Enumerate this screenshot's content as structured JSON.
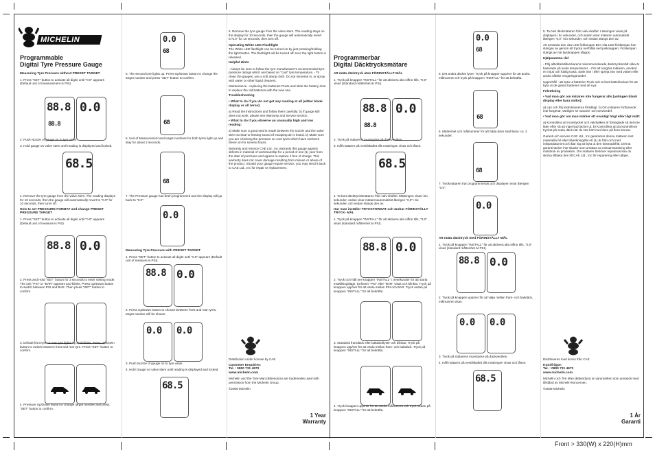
{
  "brand": {
    "logo_text": "MICHELIN"
  },
  "en": {
    "title_1": "Programmable",
    "title_2": "Digital Tyre Pressure Gauge",
    "sub_measure": "Measuring Tyre Pressure without PRESET TARGET",
    "step1": "1. Press \"SET\" button to activate all digits until \"0.0\" appears (Default unit of measurement is PSI).",
    "step2": "2. Push Nozzle of gauge on to tyre valve.",
    "step3": "3. Hold gauge on valve stem until reading is displayed and locked.",
    "step4": "4. Remove the tyre gauge from the valve stem. The reading displays for 10 seconds, then the gauge will automatically revert to \"0.0\" for 10 seconds, then turns off.",
    "sub_preset": "How to set PRESSURE FORMAT and change PRESET PRESSURE TARGET",
    "p1": "1. Press \"SET\" button to activate all digits until \"0.0\" appears (Default unit of measure is PSI).",
    "p2": "2. Press and Hold \"SET\" button for 3 seconds to enter setting mode. The unit \"PSI\" or \"BAR\" appears and blinks. Press Up/Down button to switch between PSI and BAR. Then press \"SET\" button to confirm.",
    "p3": "3. Default front tyre or rear tyre lights up and blinks. Press Up/Down button to switch between front and rear tyre. Press \"SET\" button to confirm.",
    "p4": "4. Pressure Up/Down button to change target number and press \"SET\" button to confirm.",
    "p5": "5. The second tyre lights up. Press Up/Down button to change the target number and press \"SET\" button to confirm.",
    "p6": "6. Unit of Measurement and target numbers for both tyres light up and stay for about 2 seconds.",
    "p7": "7. The Pressure gauge has been programmed and the display will go back to \"0.0\".",
    "sub_with": "Measuring Tyre Pressure with PRESET TARGET",
    "w1": "1. Press \"SET\" button to activate all digits until \"0.0\" appears (Default unit of measure is PSI).",
    "w2": "2. Press Up/Down button to choose between front and rear tyres, target number will be shown.",
    "w3": "3. Push Nozzle of gauge on to tyre valve.",
    "w4": "4. Hold Gauge on valve stem until reading is displayed and locked.",
    "w5": "5. Remove the tyre gauge from the valve stem. The reading stays on the display for 10 seconds, then the gauge will automatically revert to\"0.0\" for 10 seconds, then turn off.",
    "flash_h": "Operating White LED Flashlight",
    "flash_t": "The White LED flashlight can be turned on by just pressing/holding the light button. The flashlight will be turned off once the light button is released.",
    "hints_h": "Helpful Hints",
    "hints_t": "- Always be sure to follow the tyre manufacturer's recommended tyre pressure ratings which are based on \"cool\" tyre temperature. - To clean the gauges, use a soft damp cloth. Do not immerse in, or spray with water or other liquid cleaners.",
    "maint": "Maintenance - replacing the batteries Press and slide the battery door to replace the old batteries with the new one.",
    "trouble_h": "Troubleshooting",
    "q1": "• What to do if you do not get any reading at all (either blank display or all zeros):",
    "q1a": "a) Read the instructions and follow them carefully. b) If gauge still does not work, please see Warranty and Service section.",
    "q2": "• What to do if you observe an unusually high and low reading:",
    "q2a": "a) Make sure a good seal is made between the nozzle and the valve stem so that no hissing sound of escaping air is heard. b) Make sure you are checking the pressure on cool tyres which have not been driven on for several hours.",
    "warranty": "Warranty and Service CAE Ltd., Inc warrants this gauge against defects in material of workmanship for a period of one (1) year from the date of purchase and agrees to replace it free of charge. This warranty does not cover damage resulting from misuse or abuse of the product. Should your gauge require service, you may send it back to CAE Ltd., Inc for repair or replacement.",
    "dist1": "Distribution under license by CAE",
    "dist2": "Customer Enquiries:",
    "dist3": "Tel. : 0800 731 4973",
    "dist4": "www.michelin.com",
    "tm": "Michelin and the Tyre Man (Bibendum) are trademarks used with permission from the Michelin Group.",
    "copy": "©2009 Michelin",
    "warranty_badge_1": "1 Year",
    "warranty_badge_2": "Warranty"
  },
  "sv": {
    "title_1": "Programmerbar",
    "title_2": "Digital Däcktrycksmätare",
    "sub_measure": "Att mäta däcktryck utan FÖRINSTÄLLT MÅL",
    "s1": "1. Tryck på knappen \"INSTALL\" för att aktivera alla siffror tills, \"0,0\" visas (Standard måttenhet är PSI).",
    "s2": "2. Tryck på mätarens munstycke på däckventilen.",
    "s3": "3. Håll mätaren på ventilskaftet tills mätningen visas och låses.",
    "s4": "4. Ta bort däcktrycksmätaren från valv-skaftet. Mätningen visas i tio sekunder, sedan visar mätarenautomatiskt återigen \"0,0\" i tio sekunder, och sedan stängs den av.",
    "sub_preset": "Hur man inställer TRYCKFORMAT och ändrar FÖRINSTÄLLT TRYCK- MÅL",
    "t1": "1. Tryck på knappen \"INSTALL\" för att aktivera alla siffror tills, \"0,0\" visas (standard måttenhet är PSI).",
    "t2": "2. Tryck och håll ner knappen \"INSTALL\" i tresekunder för att starta inställningsläge. Enheten \"PSI\" eller \"BAR\" visas och blinkar. Tryck på knappen upp/ner för att växla mellan PSI och BAR. Tryck sedan på knappen \"INSTALL\" för att bekräfta.",
    "t3": "3. Standard framdäck eller bakdäcklyser och blinkar. Tryck på knappen upp/ner för att växla mellan fram- och bakdäck. Tryck på knappen \"INSTALL\" för att bekräfta.",
    "t4": "4. Tryck knappen upp/ner för att ändra målnumret och tryck sedan på knappen \"INSTALL\" för att bekräfta.",
    "t5": "5. Det andra däcket lyser. Tryck på knappen upp/ner för att ändra målnumret och tryck på knappen \"INSTALL\" för att bekräfta.",
    "t6": "6. Mättenhet och målnummer för att båda däck skall lysa i ca. 2 sekunder.",
    "t7": "7. Tryckmätaren har programmerats och displayen visar återigen \"0,0\".",
    "sub_with": "Att mäta däcktryck med FÖRINSTÄLLT MÅL",
    "v1": "1. Tryck på knappen \"INSTALL\" för att aktivera alla siffror tills, \"0,0\" visas (standard måttenhet är PSI).",
    "v2": "2. Tryck på knappen upp/ner för att välja mellan fram- och bakdäck, målnumret visas.",
    "v3": "3. Tryck på mätarens munstycke på däckventilen.",
    "v4": "4. Håll mätaren på ventilskaftet tills mätningen visas och låses.",
    "v5": "5. Ta bort däckmätaren från valv-skaftet. Läsningen visas på displayen i tio sekunder, och sedan visar mätaren automatiskt återigen \"0,0\" i tio sekunder, och sedan stängs den av.",
    "flash_t": "Att använda den vita LED ficklampan Den vita LED ficklampan kan slängas av genom att trycka ner/hålla ner ljusknappen. Ficklampan stängs av när ljusknappen släpps.",
    "hints_h": "Hjälpsamma råd",
    "hints_t": "- Följ alltiddäcktillverkarens rekommenderade däcktrycksmått vilka är baserade på svala temperaturer. - För att rengöra mätaren, använd en mjuk och fuktig trasa. Sänk inte i eller spreja inte med vatten eller andra våtske rengöringsmedel.",
    "batt": "Upprehåll - att byta ut batterier Tryck och ta bort batteriluckan för att byta ut de gamla batterier med de nya.",
    "trouble_h": "Felsökning",
    "q1": "• Vad man gör om mätaren inte fungerar alls (antingen blank display eller bara nollor):",
    "q1a": "a) Läs och följ instruktionerna försiktigt. b) Om mätaren fortfarande inte fungerar, vänligen se Garanti- och servicedel.",
    "q2": "• Vad man gör om man märker ett ovanligt högt eller lågt mått:",
    "q2a": "a) Kontrollera att munstycket och valvbalken är förseglade så det inte läter efter så att inget ljud läcker ut. b) Kontrollera att du kontrollerar trycket på svala däck när du inte kört med dem på flera timmar.",
    "warranty": "Garanti och service CAE Ltd., Inc garanterar denna mätaren mot materiella fel eller tillverkningsfel ett (1) år från och med inköpsdatumet och åtar sig att byta ut den kostnadsfritt. Denna garanti täcker inte skador som orsakas av missanvändning eller missbruk av produkten. Om mätaren behöver repareras kan du skicka tillbaka den till CAE Ltd., Inc för reparering eller utbyte.",
    "dist1": "Distribueras med licens från CAE",
    "dist2": "Kundfrågor:",
    "dist3": "Tel. : 0800 731 4973",
    "dist4": "www.michelin.com",
    "tm": "Michelin och Tire Man (Bibendum) är varumärken som används med tillstånd av Michelin-koncernen.",
    "copy": "©2009 Michelin",
    "warranty_badge_1": "1 År",
    "warranty_badge_2": "Garanti"
  },
  "lcd": {
    "reading_full": "88.8",
    "reading_zero": "0.0",
    "reading_value": "68.5",
    "small_reading": "68",
    "unit_s": "5"
  },
  "footer": "Front > 330(W) x 220(H)mm"
}
